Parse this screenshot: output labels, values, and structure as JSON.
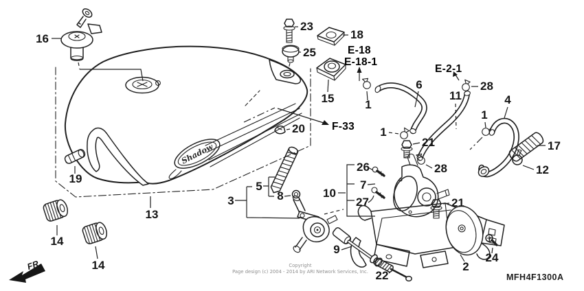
{
  "diagram": {
    "drawing_code": "MFH4F1300A",
    "front_marker": "FR.",
    "tank_emblem": "Shadow",
    "copyright": {
      "line1": "Copyright",
      "line2": "Page design (c) 2004 - 2014 by ARI Network Services, Inc."
    },
    "references": {
      "e18": "E-18",
      "e18_1": "E-18-1",
      "e2_1": "E-2-1",
      "f33": "F-33"
    },
    "callouts": {
      "n1": "1",
      "n2": "2",
      "n3": "3",
      "n4": "4",
      "n5": "5",
      "n6": "6",
      "n7": "7",
      "n8": "8",
      "n9": "9",
      "n10": "10",
      "n11": "11",
      "n12": "12",
      "n13": "13",
      "n14": "14",
      "n15": "15",
      "n16": "16",
      "n17": "17",
      "n18": "18",
      "n19": "19",
      "n20": "20",
      "n21": "21",
      "n22": "22",
      "n23": "23",
      "n24": "24",
      "n25": "25",
      "n26": "26",
      "n27": "27",
      "n28": "28"
    }
  }
}
